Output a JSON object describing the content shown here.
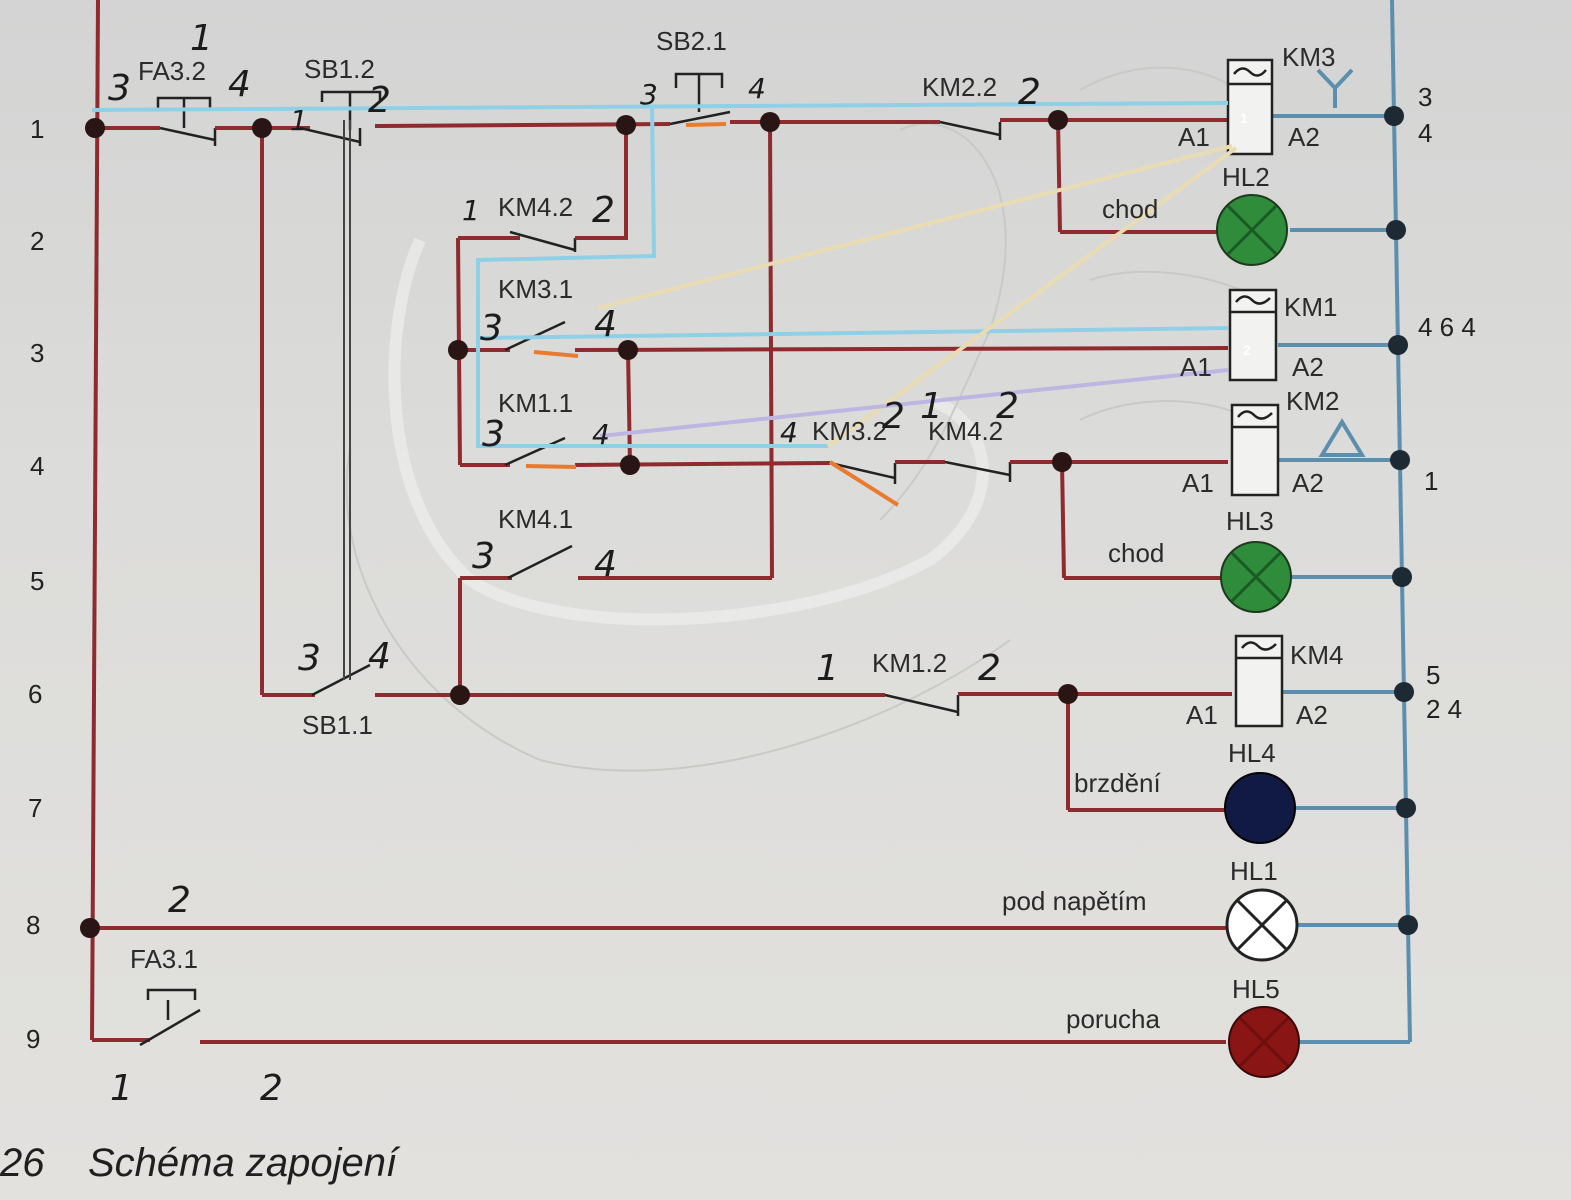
{
  "caption": {
    "number": "26",
    "title": "Schéma zapojení"
  },
  "row_numbers": [
    "1",
    "2",
    "3",
    "4",
    "5",
    "6",
    "7",
    "8",
    "9"
  ],
  "contacts": {
    "fa3_2": "FA3.2",
    "sb1_2": "SB1.2",
    "sb2_1": "SB2.1",
    "km2_2": "KM2.2",
    "km4_2_top": "KM4.2",
    "km3_1": "KM3.1",
    "km1_1": "KM1.1",
    "km3_2": "KM3.2",
    "km4_2_mid": "KM4.2",
    "km4_1": "KM4.1",
    "sb1_1": "SB1.1",
    "km1_2": "KM1.2",
    "fa3_1": "FA3.1"
  },
  "coils": {
    "km3": "KM3",
    "km1": "KM1",
    "km2": "KM2",
    "km4": "KM4",
    "a1": "A1",
    "a2": "A2"
  },
  "lamps": {
    "hl2": {
      "name": "HL2",
      "label": "chod",
      "color": "#2f8c3a"
    },
    "hl3": {
      "name": "HL3",
      "label": "chod",
      "color": "#2f8c3a"
    },
    "hl4": {
      "name": "HL4",
      "label": "brzdění",
      "color": "#111a44"
    },
    "hl1": {
      "name": "HL1",
      "label": "pod napětím",
      "color": "#ffffff"
    },
    "hl5": {
      "name": "HL5",
      "label": "porucha",
      "color": "#8a1515"
    }
  },
  "markers": {
    "box_1": "1",
    "box_2": "2"
  },
  "terminal_refs": {
    "r1_top": "3",
    "r1_bottom": "4",
    "r3": "4 6 4",
    "r4": "1",
    "r6_top": "5",
    "r6_bottom": "2 4"
  },
  "handwritten": {
    "fa3_2_left": "3",
    "fa3_2_right": "4",
    "fa3_2_top": "1",
    "sb1_2_left": "1",
    "sb1_2_right": "2",
    "sb2_1_left": "3",
    "sb2_1_right": "4",
    "km2_2_right": "2",
    "km4_2_top_left": "1",
    "km4_2_top_right": "2",
    "km3_1_left": "3",
    "km3_1_right": "4",
    "km1_1_left": "3",
    "km1_1_right": "4",
    "km3_2_left": "4",
    "km3_2_right": "2",
    "km4_2_mid_left": "1",
    "km4_2_mid_right": "2",
    "km4_1_left": "3",
    "km4_1_right": "4",
    "sb1_1_left": "3",
    "sb1_1_right": "4",
    "km1_2_left": "1",
    "km1_2_right": "2",
    "row8_mark": "2",
    "fa3_1_left": "1",
    "fa3_1_right": "2"
  },
  "colors": {
    "phase_wire": "#8e2b2e",
    "neutral_wire": "#5b8fad",
    "annotation_cyan": "#8fd0e6",
    "annotation_beige": "#eadcb2",
    "annotation_lavender": "#bdb6e3",
    "annotation_orange": "#ea7a2e"
  }
}
